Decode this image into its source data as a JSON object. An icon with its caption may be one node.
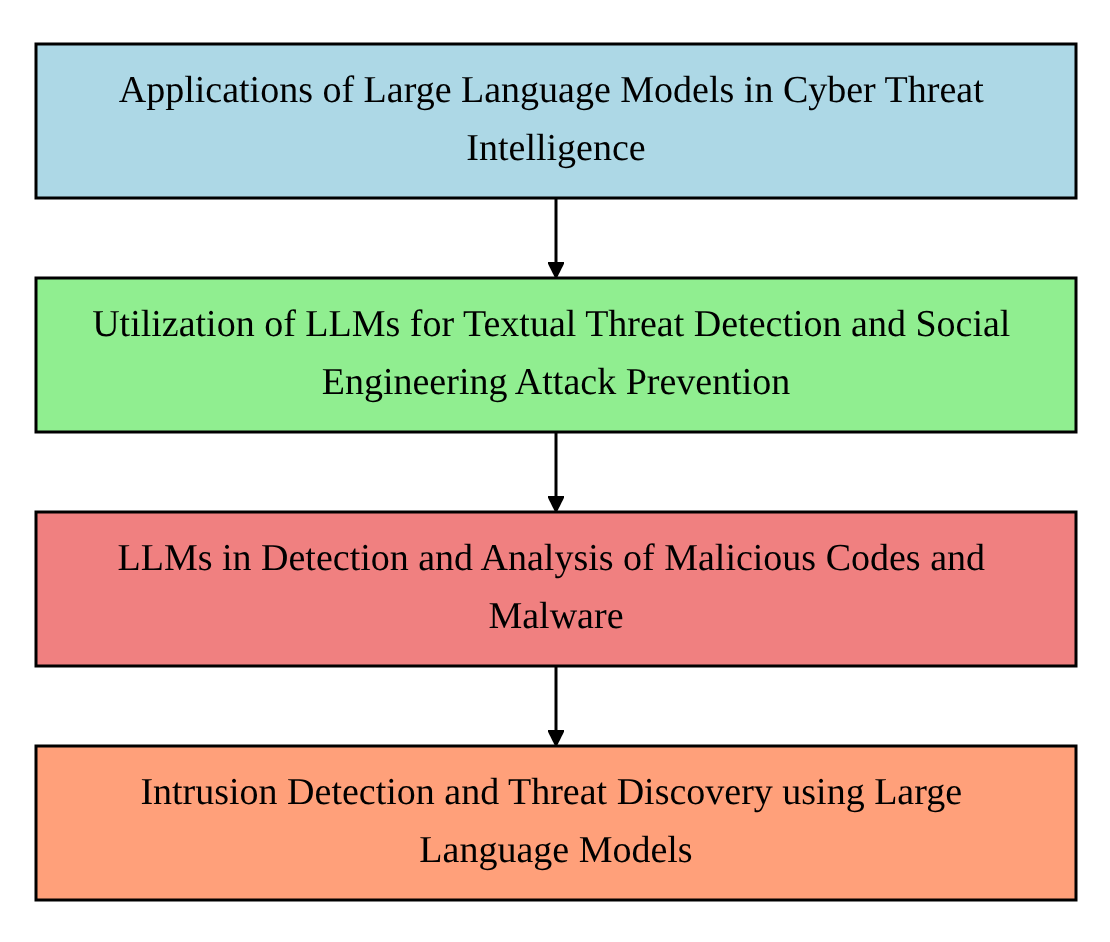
{
  "diagram": {
    "nodes": [
      {
        "text": [
          "Applications of Large Language Models in Cyber Threat Intelligence"
        ]
      },
      {
        "text": [
          "Utilization of LLMs for Textual Threat Detection and Social Engineering Attack Prevention"
        ]
      },
      {
        "text": [
          "LLMs in Detection and Analysis of Malicious Codes and Malware"
        ]
      },
      {
        "text": [
          "Intrusion Detection and Threat Discovery using Large Language Models"
        ]
      }
    ],
    "edges": [
      {
        "from": 0,
        "to": 1,
        "arrow": "to"
      },
      {
        "from": 1,
        "to": 2,
        "arrow": "to"
      },
      {
        "from": 2,
        "to": 3,
        "arrow": "to"
      }
    ]
  }
}
